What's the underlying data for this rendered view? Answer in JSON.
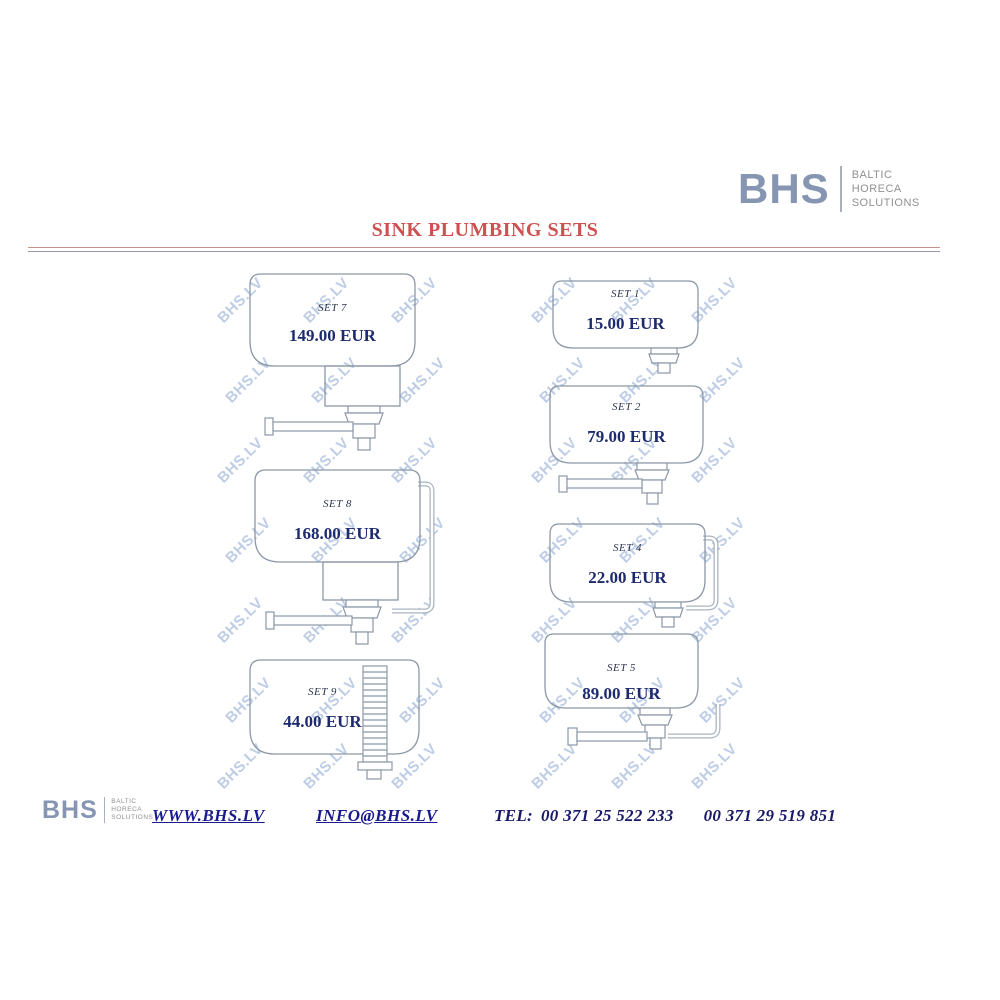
{
  "page": {
    "title": "SINK PLUMBING SETS",
    "watermark": "BHS.LV"
  },
  "brand": {
    "name": "BHS",
    "tagline": [
      "BALTIC",
      "HORECA",
      "SOLUTIONS"
    ]
  },
  "products": {
    "left": [
      {
        "set": "SET 7",
        "price": "149.00 EUR"
      },
      {
        "set": "SET 8",
        "price": "168.00 EUR"
      },
      {
        "set": "SET 9",
        "price": "44.00 EUR"
      }
    ],
    "right": [
      {
        "set": "SET 1",
        "price": "15.00 EUR"
      },
      {
        "set": "SET 2",
        "price": "79.00 EUR"
      },
      {
        "set": "SET 4",
        "price": "22.00 EUR"
      },
      {
        "set": "SET 5",
        "price": "89.00 EUR"
      }
    ]
  },
  "footer": {
    "website": "WWW.BHS.LV",
    "email": "INFO@BHS.LV",
    "tel_label": "TEL:",
    "phone1": "00 371  25 522 233",
    "phone2": "00 371 29 519 851"
  },
  "colors": {
    "title_red": "#cd5151",
    "price_navy": "#1d2a6e",
    "logo_blue": "#8695b2",
    "watermark_blue": "#7d9bcd"
  }
}
